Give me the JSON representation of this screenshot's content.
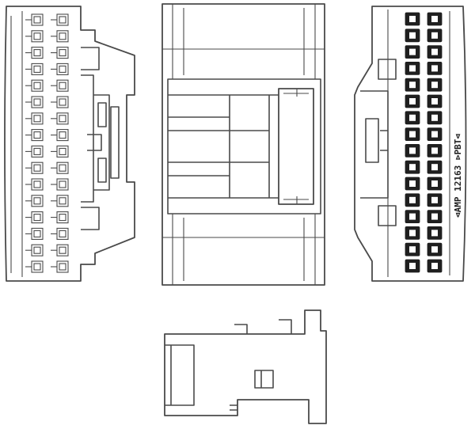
{
  "figure": {
    "marking_text": "⊲AMP 12163 ⊳PBT⊲",
    "left_view": {
      "columns": 2,
      "rows": 16
    },
    "right_view": {
      "columns": 2,
      "rows": 16
    }
  }
}
